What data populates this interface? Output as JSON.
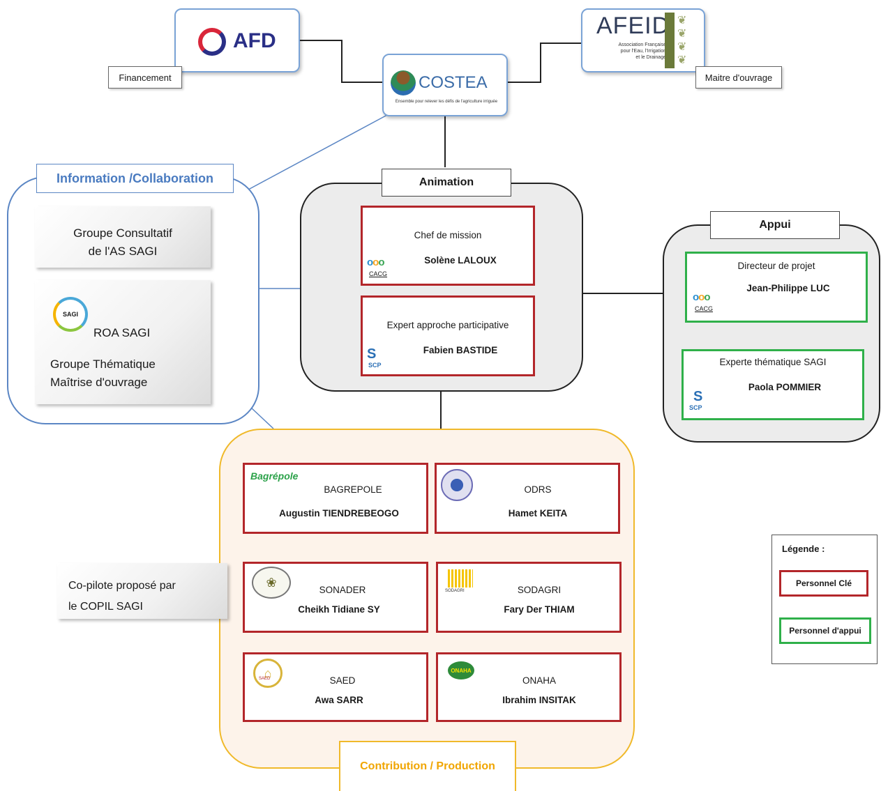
{
  "top": {
    "afd": {
      "text": "AFD",
      "tag": "Financement"
    },
    "afeid": {
      "text": "AFEID",
      "sub": [
        "Association Française",
        "pour l'Eau, l'Irrigation",
        "et le Drainage"
      ],
      "tag": "Maitre d'ouvrage"
    },
    "costea": {
      "text": "COSTEA",
      "sub": "Ensemble pour relever les défis de l'agriculture irriguée"
    }
  },
  "info": {
    "title": "Information /Collaboration",
    "card1": {
      "line1": "Groupe Consultatif",
      "line2": "de l'AS SAGI"
    },
    "card2": {
      "logo": "SAGI",
      "org": "ROA SAGI",
      "line1": "Groupe Thématique",
      "line2": "Maîtrise d'ouvrage"
    }
  },
  "animation": {
    "title": "Animation",
    "box1": {
      "role": "Chef de mission",
      "name": "Solène LALOUX",
      "logo": "CACG"
    },
    "box2": {
      "role": "Expert approche participative",
      "name": "Fabien BASTIDE",
      "logo": "SCP"
    }
  },
  "appui": {
    "title": "Appui",
    "box1": {
      "role": "Directeur de projet",
      "name": "Jean-Philippe LUC",
      "logo": "CACG"
    },
    "box2": {
      "role": "Experte thématique SAGI",
      "name": "Paola POMMIER",
      "logo": "SCP"
    }
  },
  "contribution": {
    "title": "Contribution / Production",
    "orgs": [
      {
        "org": "BAGREPOLE",
        "name": "Augustin TIENDREBEOGO",
        "logo": "Bagrépole"
      },
      {
        "org": "ODRS",
        "name": "Hamet KEITA"
      },
      {
        "org": "SONADER",
        "name": "Cheikh Tidiane SY"
      },
      {
        "org": "SODAGRI",
        "name": "Fary Der THIAM",
        "logo": "SODAGRI"
      },
      {
        "org": "SAED",
        "name": "Awa SARR",
        "logo": "SAED"
      },
      {
        "org": "ONAHA",
        "name": "Ibrahim INSITAK",
        "logo": "ONAHA"
      }
    ]
  },
  "copilote": {
    "line1": "Co-pilote proposé par",
    "line2": "le COPIL SAGI"
  },
  "legend": {
    "title": "Légende :",
    "key": "Personnel Clé",
    "support": "Personnel d'appui"
  },
  "colors": {
    "key_staff": "#b3262a",
    "support_staff": "#2fb04a",
    "collab": "#5b86c4",
    "contribution_border": "#f0b92a",
    "contribution_fill": "#fdf3ea"
  }
}
